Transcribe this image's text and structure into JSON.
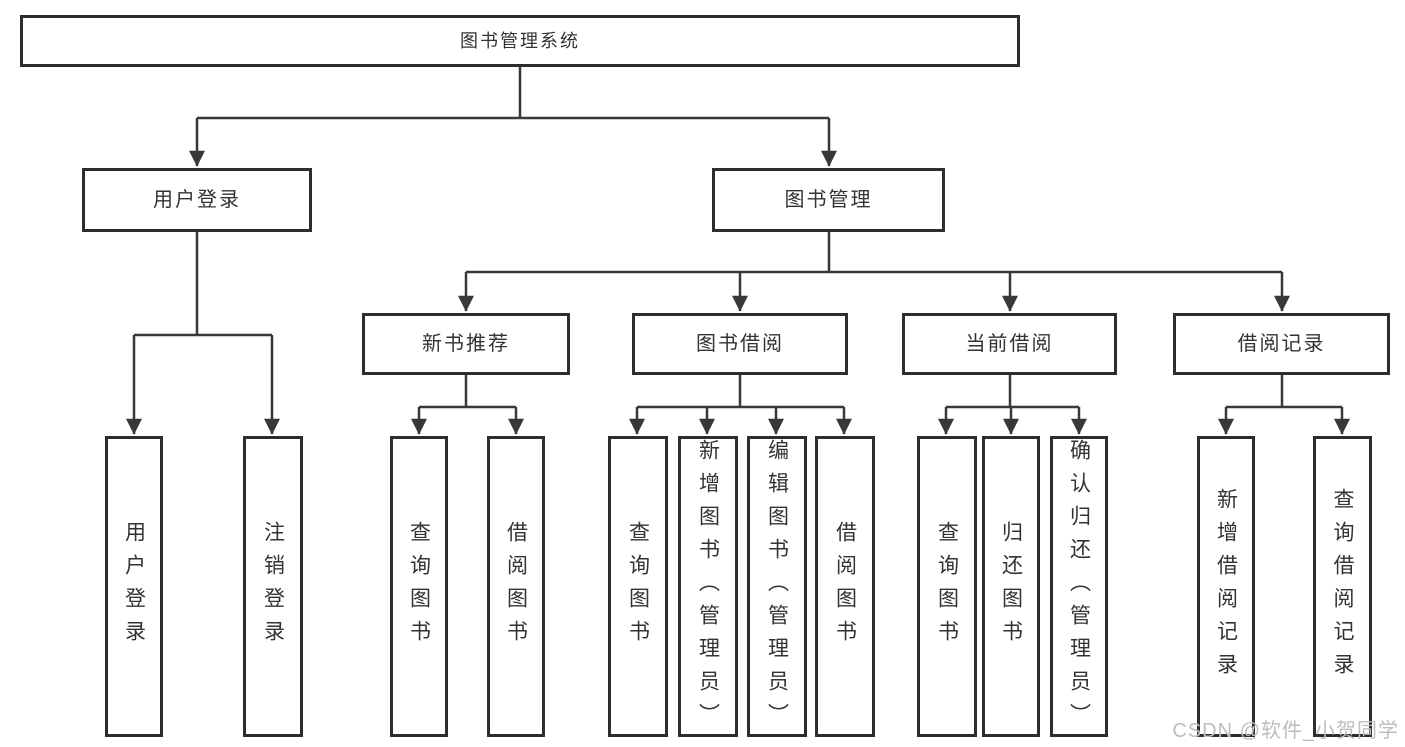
{
  "colors": {
    "line": "#383838",
    "box_border": "#2d2d2d",
    "text": "#333333",
    "watermark": "#bdbdbd"
  },
  "watermark": {
    "text": "CSDN @软件_小贺同学"
  },
  "tree": {
    "root": {
      "label": "图书管理系统",
      "children": [
        {
          "label": "用户登录",
          "children": [
            {
              "label": "用户登录"
            },
            {
              "label": "注销登录"
            }
          ]
        },
        {
          "label": "图书管理",
          "children": [
            {
              "label": "新书推荐",
              "children": [
                {
                  "label": "查询图书"
                },
                {
                  "label": "借阅图书"
                }
              ]
            },
            {
              "label": "图书借阅",
              "children": [
                {
                  "label": "查询图书"
                },
                {
                  "label": "新增图书（管理员）"
                },
                {
                  "label": "编辑图书（管理员）"
                },
                {
                  "label": "借阅图书"
                }
              ]
            },
            {
              "label": "当前借阅",
              "children": [
                {
                  "label": "查询图书"
                },
                {
                  "label": "归还图书"
                },
                {
                  "label": "确认归还（管理员）"
                }
              ]
            },
            {
              "label": "借阅记录",
              "children": [
                {
                  "label": "新增借阅记录"
                },
                {
                  "label": "查询借阅记录"
                }
              ]
            }
          ]
        }
      ]
    }
  }
}
